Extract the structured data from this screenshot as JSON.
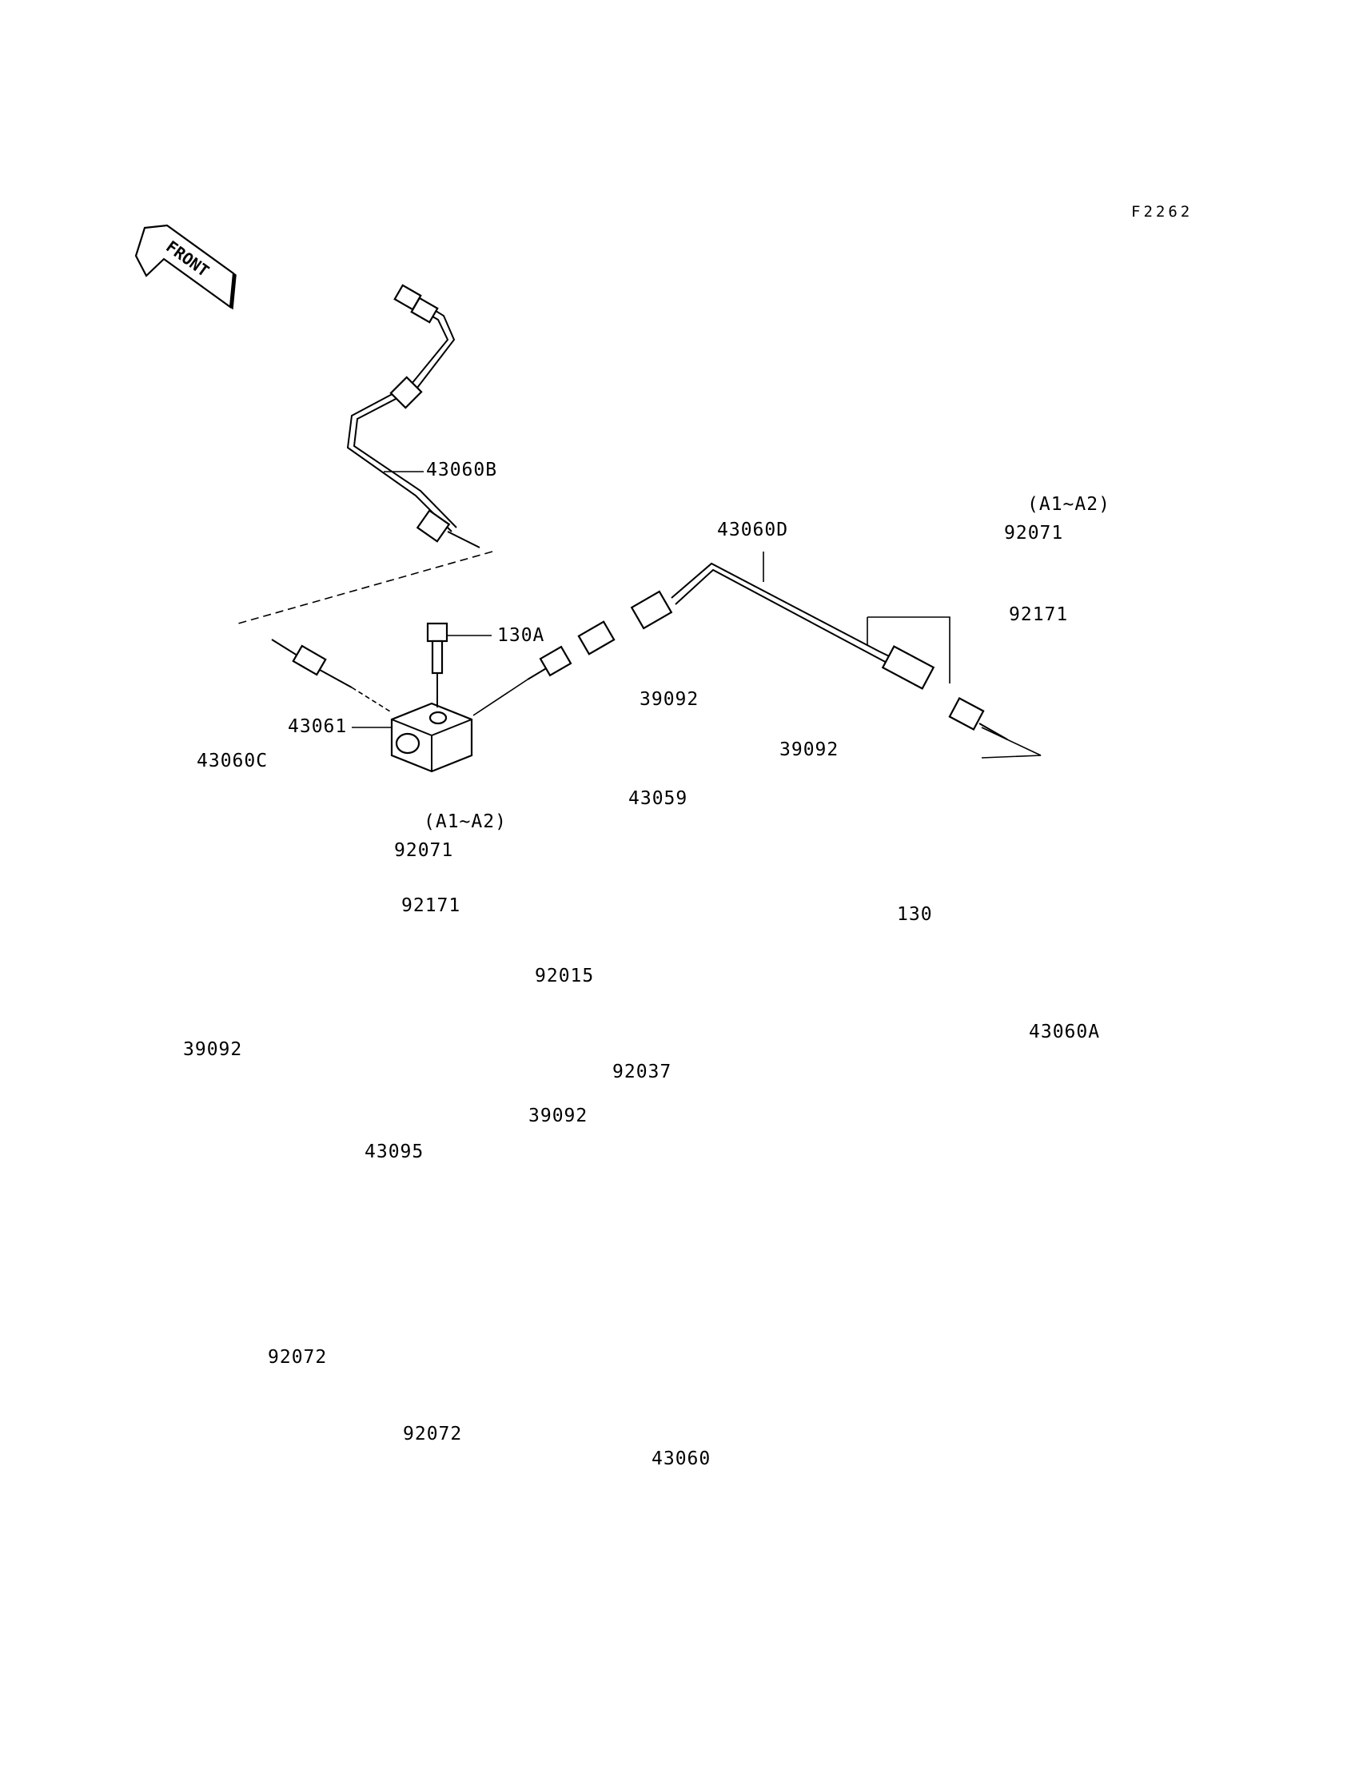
{
  "figure_code": "F2262",
  "front_label": "FRONT",
  "parts": {
    "p43060B": "43060B",
    "p43060D": "43060D",
    "p130A": "130A",
    "p43061": "43061",
    "p39092_a": "39092",
    "p39092_b": "39092",
    "p39092_c": "39092",
    "p39092_d": "39092",
    "p43060C": "43060C",
    "p43059": "43059",
    "p92071_a": "92071",
    "p92071_b": "92071",
    "p92171_a": "92171",
    "p92171_b": "92171",
    "p130": "130",
    "p92015": "92015",
    "p92037": "92037",
    "p43060A": "43060A",
    "p43095": "43095",
    "p92072_a": "92072",
    "p92072_b": "92072",
    "p43060": "43060"
  },
  "variant_note_a": "(A1~A2)",
  "variant_note_b": "(A1~A2)"
}
